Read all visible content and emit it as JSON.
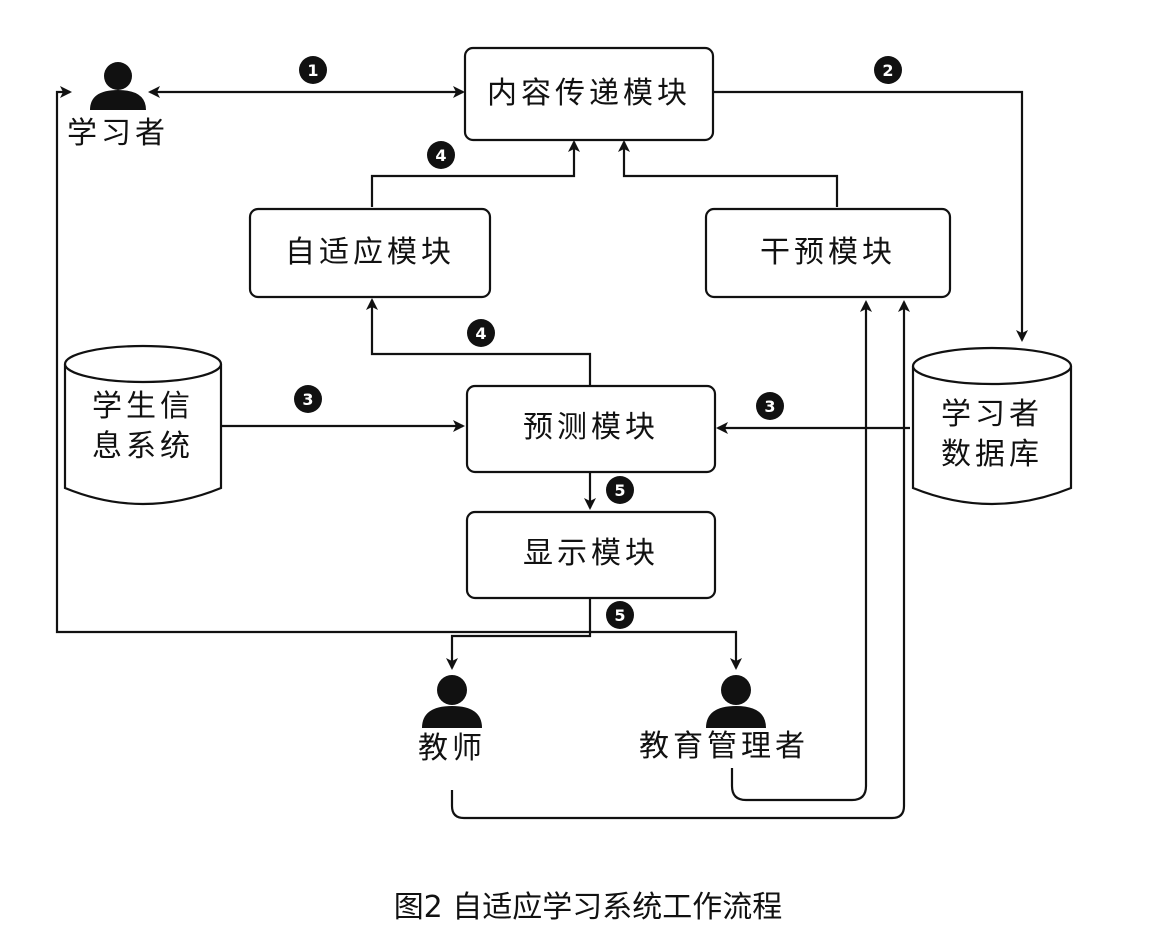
{
  "nodes": {
    "content_delivery": "内容传递模块",
    "adaptive": "自适应模块",
    "intervention": "干预模块",
    "prediction": "预测模块",
    "display": "显示模块",
    "student_info_line1": "学生信",
    "student_info_line2": "息系统",
    "learner_db_line1": "学习者",
    "learner_db_line2": "数据库"
  },
  "actors": {
    "learner": "学习者",
    "teacher": "教师",
    "admin": "教育管理者"
  },
  "step_badges": {
    "b1": "1",
    "b2": "2",
    "b3a": "3",
    "b3b": "3",
    "b4a": "4",
    "b4b": "4",
    "b5a": "5",
    "b5b": "5"
  },
  "caption": "图2  自适应学习系统工作流程"
}
